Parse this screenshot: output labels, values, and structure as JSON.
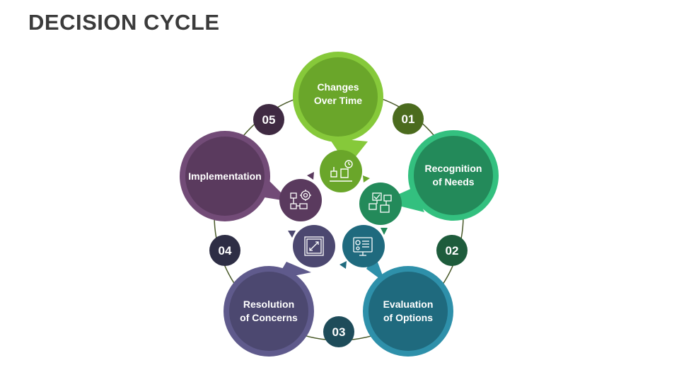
{
  "title": "DECISION CYCLE",
  "steps": [
    {
      "number": "01",
      "label_line1": "Changes",
      "label_line2": "Over Time",
      "color": "#6aa62a",
      "ring": "#86c93a"
    },
    {
      "number": "02",
      "label_line1": "Recognition",
      "label_line2": "of Needs",
      "color": "#238a5a",
      "ring": "#33c07f"
    },
    {
      "number": "03",
      "label_line1": "Evaluation",
      "label_line2": "of Options",
      "color": "#1f6a7e",
      "ring": "#2e90aa"
    },
    {
      "number": "04",
      "label_line1": "Resolution",
      "label_line2": "of Concerns",
      "color": "#4c4870",
      "ring": "#5f5a8c"
    },
    {
      "number": "05",
      "label_line1": "Implementation",
      "label_line2": "",
      "color": "#5a3a5e",
      "ring": "#724b77"
    }
  ],
  "badges": [
    {
      "text": "01",
      "color": "#4b6b1e"
    },
    {
      "text": "02",
      "color": "#1e5c3c"
    },
    {
      "text": "03",
      "color": "#1e4c5a"
    },
    {
      "text": "04",
      "color": "#2e2e45"
    },
    {
      "text": "05",
      "color": "#3f2a42"
    }
  ],
  "icons": [
    "timeline-decision-icon",
    "needs-checklist-icon",
    "options-evaluation-icon",
    "resolution-board-icon",
    "implementation-gear-icon"
  ]
}
